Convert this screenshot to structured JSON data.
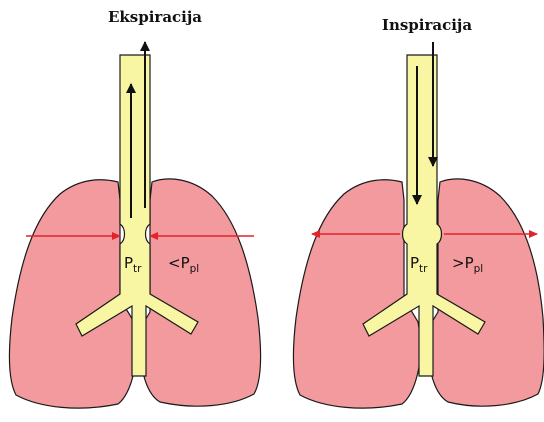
{
  "left_panel": {
    "title": "Ekspiracija",
    "pressure_label": {
      "p_main": "P",
      "p_sub": "tr",
      "relation": "<",
      "q_main": "P",
      "q_sub": "pl"
    }
  },
  "right_panel": {
    "title": "Inspiracija",
    "pressure_label": {
      "p_main": "P",
      "p_sub": "tr",
      "relation": ">",
      "q_main": "P",
      "q_sub": "pl"
    }
  },
  "colors": {
    "lung_fill": "#f39a9e",
    "airway_fill": "#f8f6a2",
    "outline": "#1a1a1a",
    "pleural_arrow": "#e0242b",
    "airflow_arrow": "#111111"
  }
}
